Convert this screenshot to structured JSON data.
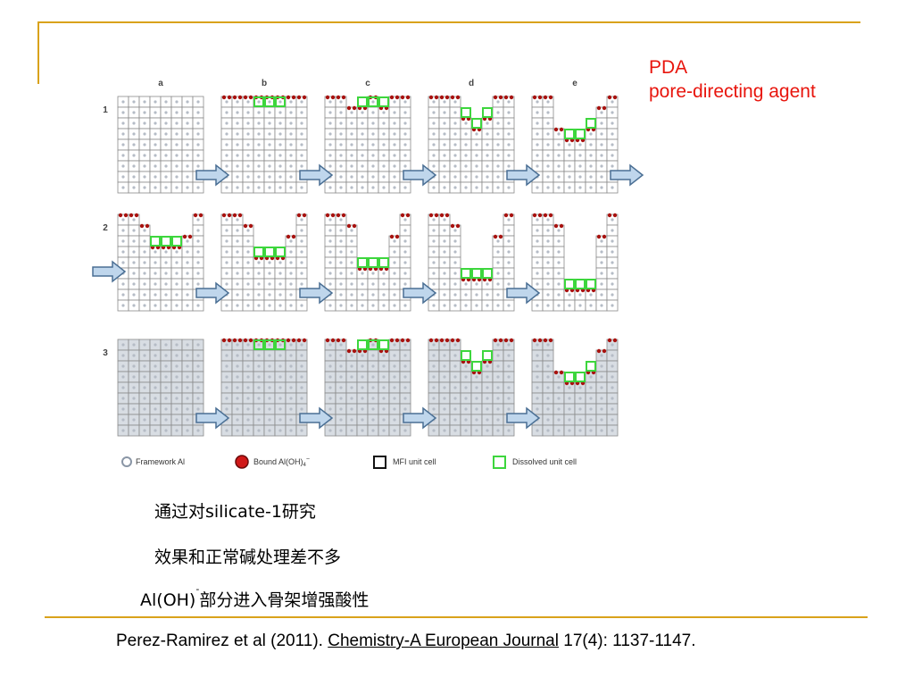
{
  "pda": {
    "title": "PDA",
    "subtitle": "pore-directing agent"
  },
  "figure": {
    "columns": [
      "a",
      "b",
      "c",
      "d",
      "e"
    ],
    "rows": [
      "1",
      "2",
      "3"
    ],
    "legend": {
      "framework_al": "Framework Al",
      "bound_al": "Bound Al(OH)",
      "bound_al_sub": "4",
      "bound_al_sup": "−",
      "mfi": "MFI unit cell",
      "dissolved": "Dissolved unit cell"
    },
    "colors": {
      "grid": "#8a8a8a",
      "framework_dot": "#b5bcc6",
      "bound": "#a8120f",
      "dissolved": "#3dd63d",
      "arrow_fill": "#bfd6ec",
      "arrow_stroke": "#4a6f94"
    }
  },
  "bullets": {
    "line1": "通过对silicate-1研究",
    "line2": "效果和正常碱处理差不多",
    "line3_prefix": "Al(OH)",
    "line3_sup": "-",
    "line3_rest": "部分进入骨架增强酸性"
  },
  "citation": {
    "authors": "Perez-Ramirez et al (2011). ",
    "journal": "Chemistry-A European Journal",
    "details": " 17(4): 1137-1147."
  }
}
